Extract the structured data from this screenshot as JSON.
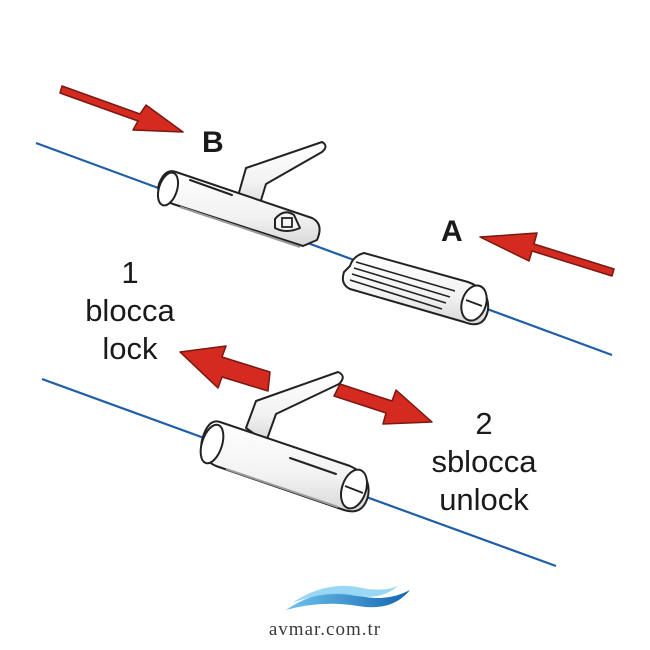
{
  "labels": {
    "b": "B",
    "a": "A"
  },
  "lock_step": {
    "number": "1",
    "italian": "blocca",
    "english": "lock"
  },
  "unlock_step": {
    "number": "2",
    "italian": "sblocca",
    "english": "unlock"
  },
  "footer": {
    "site": "avmar.com.tr"
  },
  "colors": {
    "line": "#1f5fa8",
    "arrow": "#d42a1f",
    "logo_wave": "#1c8fd0"
  }
}
